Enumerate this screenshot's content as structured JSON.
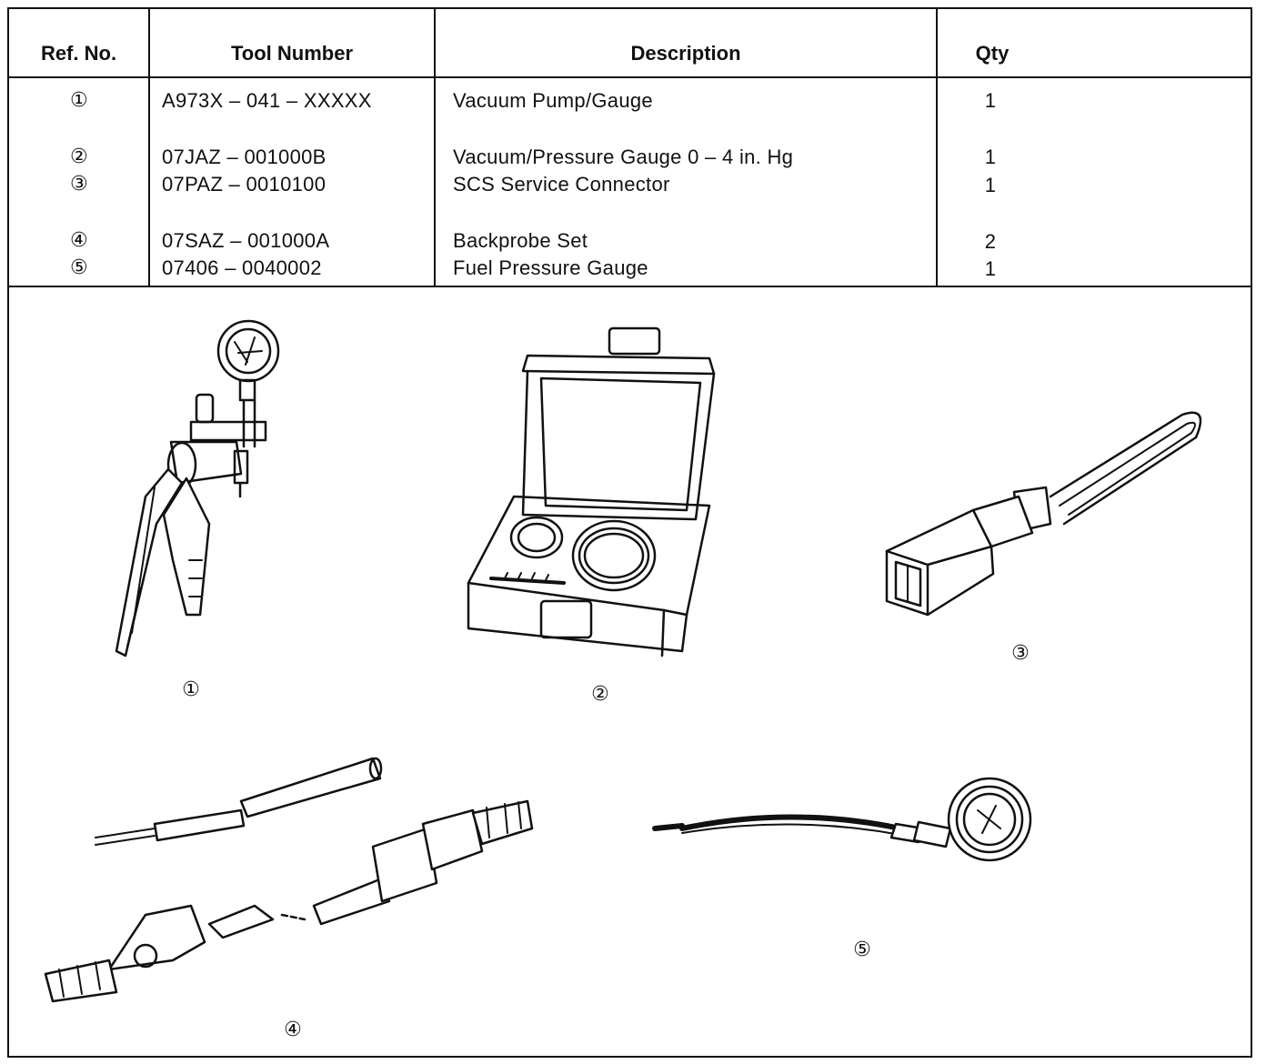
{
  "table": {
    "headers": [
      "Ref. No.",
      "Tool Number",
      "Description",
      "Qty"
    ],
    "rows": [
      {
        "ref": "①",
        "tool": "A973X – 041 – XXXXX",
        "desc": "Vacuum Pump/Gauge",
        "qty": "1"
      },
      {
        "ref": "②",
        "tool": "07JAZ – 001000B",
        "desc": "Vacuum/Pressure Gauge 0 – 4 in. Hg",
        "qty": "1"
      },
      {
        "ref": "③",
        "tool": "07PAZ – 0010100",
        "desc": "SCS Service Connector",
        "qty": "1"
      },
      {
        "ref": "④",
        "tool": "07SAZ – 001000A",
        "desc": "Backprobe Set",
        "qty": "2"
      },
      {
        "ref": "⑤",
        "tool": "07406 – 0040002",
        "desc": "Fuel Pressure Gauge",
        "qty": "1"
      }
    ]
  },
  "illustrations": {
    "labels": [
      "①",
      "②",
      "③",
      "④",
      "⑤"
    ],
    "items": [
      "vacuum-pump-gauge",
      "pressure-gauge-case",
      "scs-service-connector",
      "backprobe-set",
      "fuel-pressure-gauge"
    ]
  }
}
